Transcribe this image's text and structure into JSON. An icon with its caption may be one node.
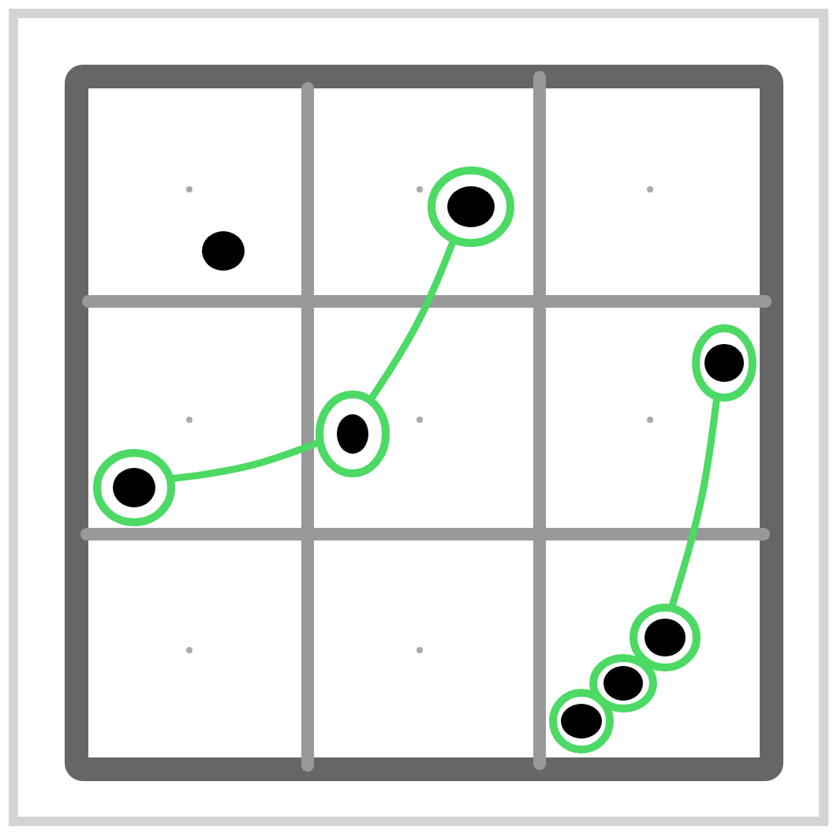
{
  "diagram": {
    "nodes": [
      {
        "text": [],
        "shape": "circle"
      },
      {
        "text": [],
        "shape": "circle"
      },
      {
        "text": [],
        "shape": "circle"
      },
      {
        "text": [],
        "shape": "circle"
      },
      {
        "text": [],
        "shape": "circle"
      },
      {
        "text": [],
        "shape": "circle"
      },
      {
        "text": [],
        "shape": "circle"
      }
    ],
    "edges": [
      {
        "from": 0,
        "to": 1,
        "arrow": "none"
      },
      {
        "from": 1,
        "to": 2,
        "arrow": "none"
      },
      {
        "from": 5,
        "to": 6,
        "arrow": "none"
      }
    ]
  }
}
